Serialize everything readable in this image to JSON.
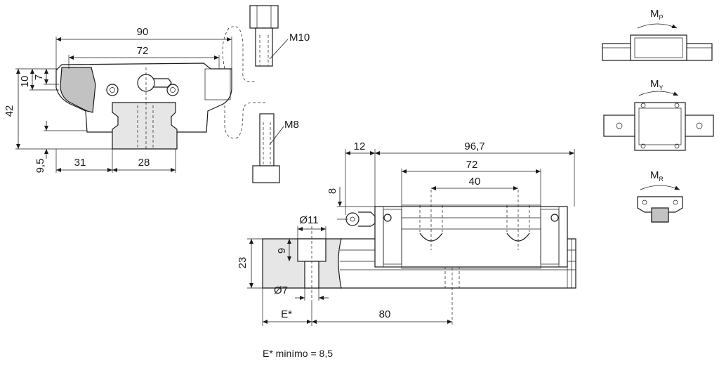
{
  "front_view": {
    "dim_width_total": "90",
    "dim_width_holes": "72",
    "dim_height_total": "42",
    "dim_height_10": "10",
    "dim_height_7": "7",
    "dim_rail_height": "9,5",
    "dim_offset_31": "31",
    "dim_rail_width": "28"
  },
  "screws": {
    "top_label": "M10",
    "bottom_label": "M8"
  },
  "side_view": {
    "dim_nipple": "12",
    "dim_length_total": "96,7",
    "dim_length_72": "72",
    "dim_hole_spacing": "40",
    "dim_8": "8",
    "dim_bore_d": "Ø11",
    "dim_bore_depth": "9",
    "dim_rail_height": "23",
    "dim_hole_d": "Ø7",
    "dim_e": "E*",
    "dim_pitch": "80"
  },
  "moments": {
    "pitch": {
      "main": "M",
      "sub": "P"
    },
    "yaw": {
      "main": "M",
      "sub": "Y"
    },
    "roll": {
      "main": "M",
      "sub": "R"
    }
  },
  "footnote": "E* minímo = 8,5"
}
